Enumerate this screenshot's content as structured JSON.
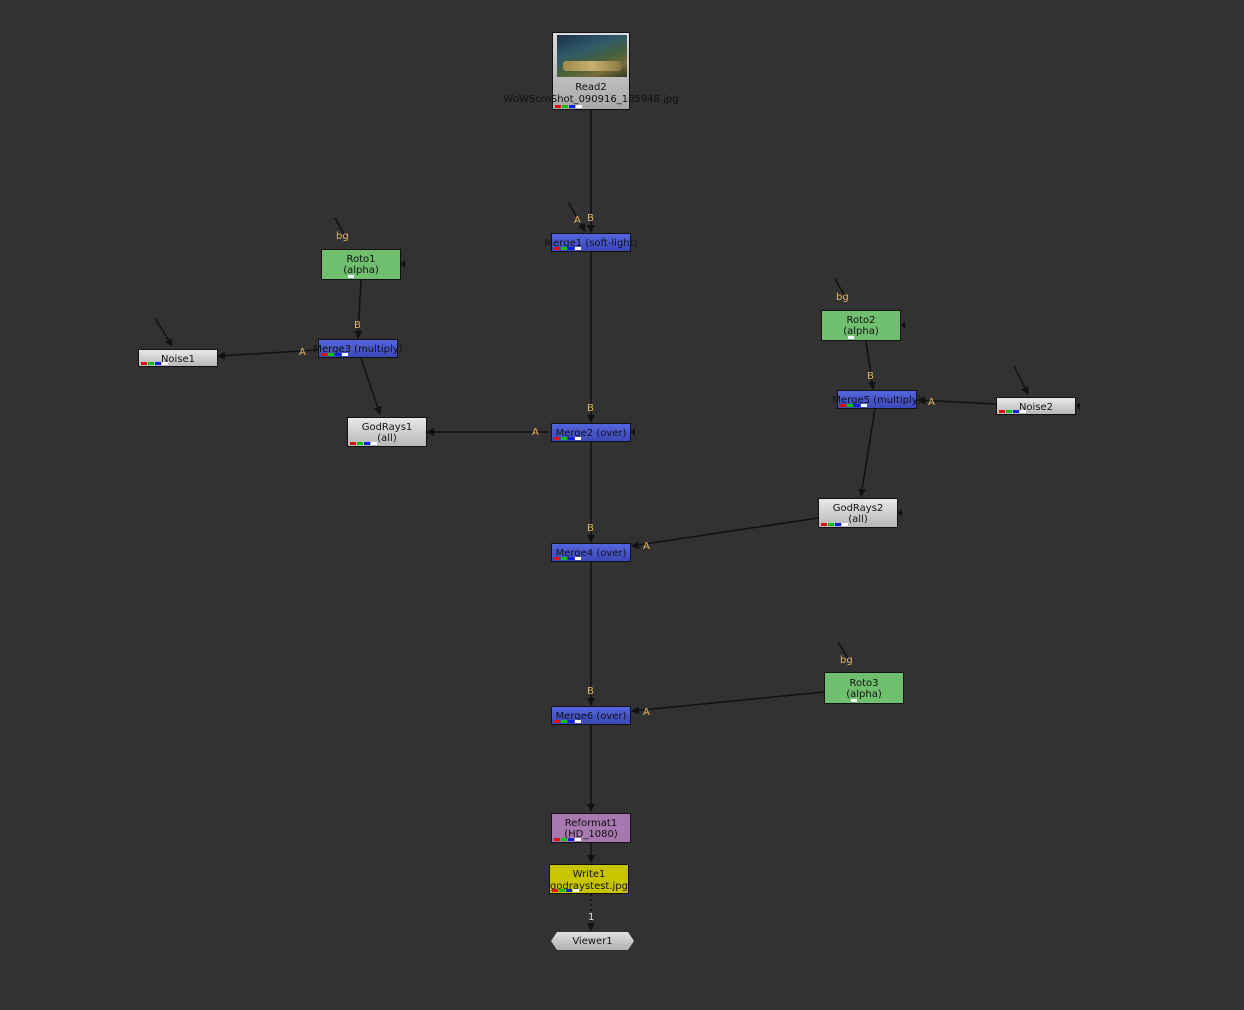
{
  "nodes": {
    "read2": {
      "name": "Read2",
      "file": "WoWScrnShot_090916_185948.jpg"
    },
    "merge1": {
      "label": "Merge1 (soft-light)"
    },
    "roto1": {
      "name": "Roto1",
      "sub": "(alpha)"
    },
    "merge3": {
      "label": "Merge3 (multiply)"
    },
    "noise1": {
      "label": "Noise1"
    },
    "godrays1": {
      "name": "GodRays1",
      "sub": "(all)"
    },
    "merge2": {
      "label": "Merge2 (over)"
    },
    "roto2": {
      "name": "Roto2",
      "sub": "(alpha)"
    },
    "merge5": {
      "label": "Merge5 (multiply)"
    },
    "noise2": {
      "label": "Noise2"
    },
    "godrays2": {
      "name": "GodRays2",
      "sub": "(all)"
    },
    "merge4": {
      "label": "Merge4 (over)"
    },
    "roto3": {
      "name": "Roto3",
      "sub": "(alpha)",
      "disabled": true
    },
    "merge6": {
      "label": "Merge6 (over)"
    },
    "reformat1": {
      "name": "Reformat1",
      "sub": "(HD_1080)"
    },
    "write1": {
      "name": "Write1",
      "file": "godraystest.jpg"
    },
    "viewer1": {
      "label": "Viewer1"
    }
  },
  "pins": {
    "a": "A",
    "b": "B",
    "bg": "bg",
    "viewer_input": "1"
  },
  "colors": {
    "background": "#323232",
    "merge": "#4455cc",
    "roto": "#6fbf6f",
    "reformat": "#a878b0",
    "write": "#c8c400",
    "pin_label": "#e8b860"
  }
}
